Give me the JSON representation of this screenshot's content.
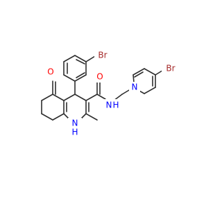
{
  "colors": {
    "background": "#ffffff",
    "bond": "#2e2e2e",
    "Br": "#a52a2a",
    "O": "#ff0000",
    "N": "#0000ff"
  },
  "molecule": {
    "labels": {
      "br_aryl": "Br",
      "br_pyridine": "Br",
      "oxygen_carbonyl_left": "O",
      "oxygen_amide": "O",
      "amide_n": "N",
      "amide_h": "H",
      "pyridine_n": "N",
      "ring_nh": "H\nN"
    },
    "nh_label": {
      "N": "N",
      "H": "H"
    }
  }
}
